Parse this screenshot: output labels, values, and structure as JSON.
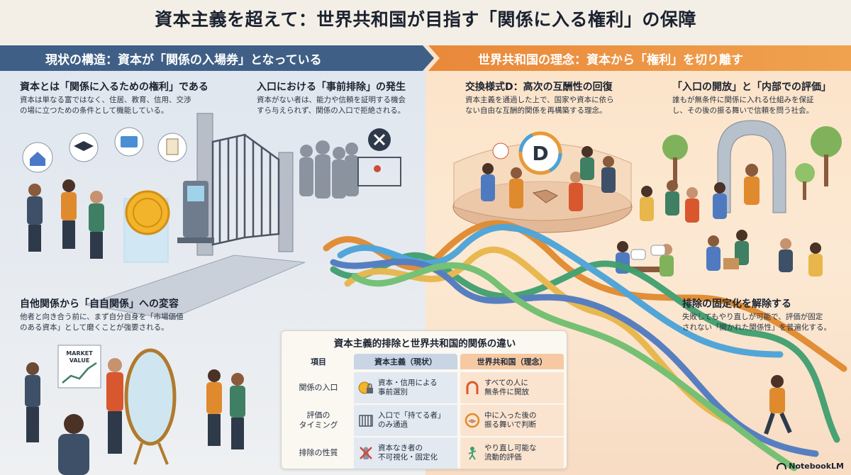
{
  "title": "資本主義を超えて：世界共和国が目指す「関係に入る権利」の保障",
  "left_banner": "現状の構造：資本が「関係の入場券」となっている",
  "right_banner": "世界共和国の理念：資本から「権利」を切り離す",
  "sections": {
    "capital_right": {
      "title": "資本とは「関係に入るための権利」である",
      "lines": [
        "資本は単なる富ではなく、住居、教育、信用、交渉",
        "の場に立つための条件として機能している。"
      ]
    },
    "exclusion": {
      "title": "入口における「事前排除」の発生",
      "lines": [
        "資本がない者は、能力や信頼を証明する機会",
        "すら与えられず、関係の入口で拒絶される。"
      ]
    },
    "self_relation": {
      "title": "自他関係から「自自関係」への変容",
      "lines": [
        "他者と向き合う前に、まず自分自身を「市場価値",
        "のある資本」として磨くことが強要される。"
      ]
    },
    "exchange_d": {
      "title": "交換様式D：高次の互酬性の回復",
      "lines": [
        "資本主義を通過した上で、国家や資本に依ら",
        "ない自由な互酬的関係を再構築する理念。"
      ]
    },
    "open_entry": {
      "title": "「入口の開放」と「内部での評価」",
      "lines": [
        "誰もが無条件に関係に入れる仕組みを保証",
        "し、その後の振る舞いで信頼を問う社会。"
      ]
    },
    "unfix": {
      "title": "排除の固定化を解除する",
      "lines": [
        "失敗してもやり直しが可能で、評価が固定",
        "されない「開かれた関係性」を普遍化する。"
      ]
    }
  },
  "illustration": {
    "market_value_sign": [
      "MARKET",
      "VALUE"
    ],
    "letter_d": "D"
  },
  "table": {
    "title": "資本主義的排除と世界共和国的関係の違い",
    "headers": [
      "項目",
      "資本主義（現状）",
      "世界共和国（理念）"
    ],
    "rows": [
      {
        "label": [
          "関係の入口"
        ],
        "left": [
          "資本・信用による",
          "事前選別"
        ],
        "right": [
          "すべての人に",
          "無条件に開放"
        ],
        "left_icon": "coin-lock-icon",
        "right_icon": "open-arch-icon"
      },
      {
        "label": [
          "評価の",
          "タイミング"
        ],
        "left": [
          "入口で「持てる者」",
          "のみ通過"
        ],
        "right": [
          "中に入った後の",
          "振る舞いで判断"
        ],
        "left_icon": "gate-icon",
        "right_icon": "handshake-icon"
      },
      {
        "label": [
          "排除の性質"
        ],
        "left": [
          "資本なき者の",
          "不可視化・固定化"
        ],
        "right": [
          "やり直し可能な",
          "流動的評価"
        ],
        "left_icon": "crossed-person-icon",
        "right_icon": "retry-person-icon"
      }
    ]
  },
  "brand": "NotebookLM",
  "colors": {
    "left_banner": "#3f5f86",
    "right_banner": "#e9883a",
    "table_left": "#e3e9f1",
    "table_right": "#fbe4cf"
  }
}
